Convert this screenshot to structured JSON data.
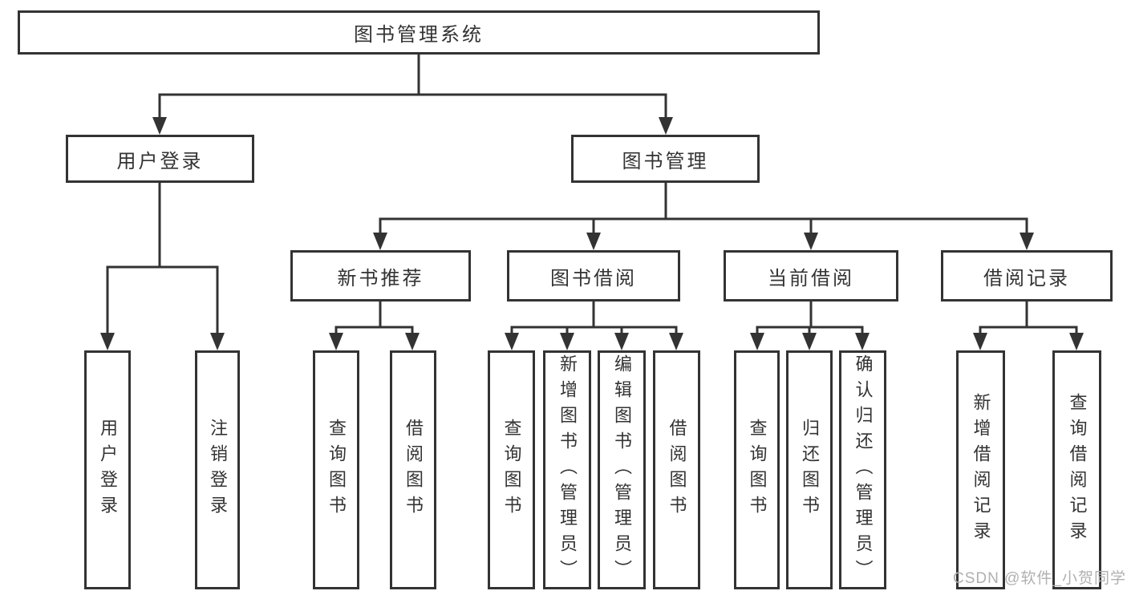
{
  "diagram": {
    "title": "图书管理系统",
    "tree": {
      "root": {
        "label": "图书管理系统"
      },
      "children": [
        {
          "label": "用户登录",
          "children": [
            {
              "label": "用户登录"
            },
            {
              "label": "注销登录"
            }
          ]
        },
        {
          "label": "图书管理",
          "children": [
            {
              "label": "新书推荐",
              "children": [
                {
                  "label": "查询图书"
                },
                {
                  "label": "借阅图书"
                }
              ]
            },
            {
              "label": "图书借阅",
              "children": [
                {
                  "label": "查询图书"
                },
                {
                  "label": "新增图书（管理员）"
                },
                {
                  "label": "编辑图书（管理员）"
                },
                {
                  "label": "借阅图书"
                }
              ]
            },
            {
              "label": "当前借阅",
              "children": [
                {
                  "label": "查询图书"
                },
                {
                  "label": "归还图书"
                },
                {
                  "label": "确认归还（管理员）"
                }
              ]
            },
            {
              "label": "借阅记录",
              "children": [
                {
                  "label": "新增借阅记录"
                },
                {
                  "label": "查询借阅记录"
                }
              ]
            }
          ]
        }
      ]
    },
    "colors": {
      "line": "#333333",
      "text": "#333333",
      "background": "#ffffff",
      "watermark": "#b0b0b0"
    }
  },
  "watermark": {
    "text": "CSDN @软件_小贺同学"
  }
}
